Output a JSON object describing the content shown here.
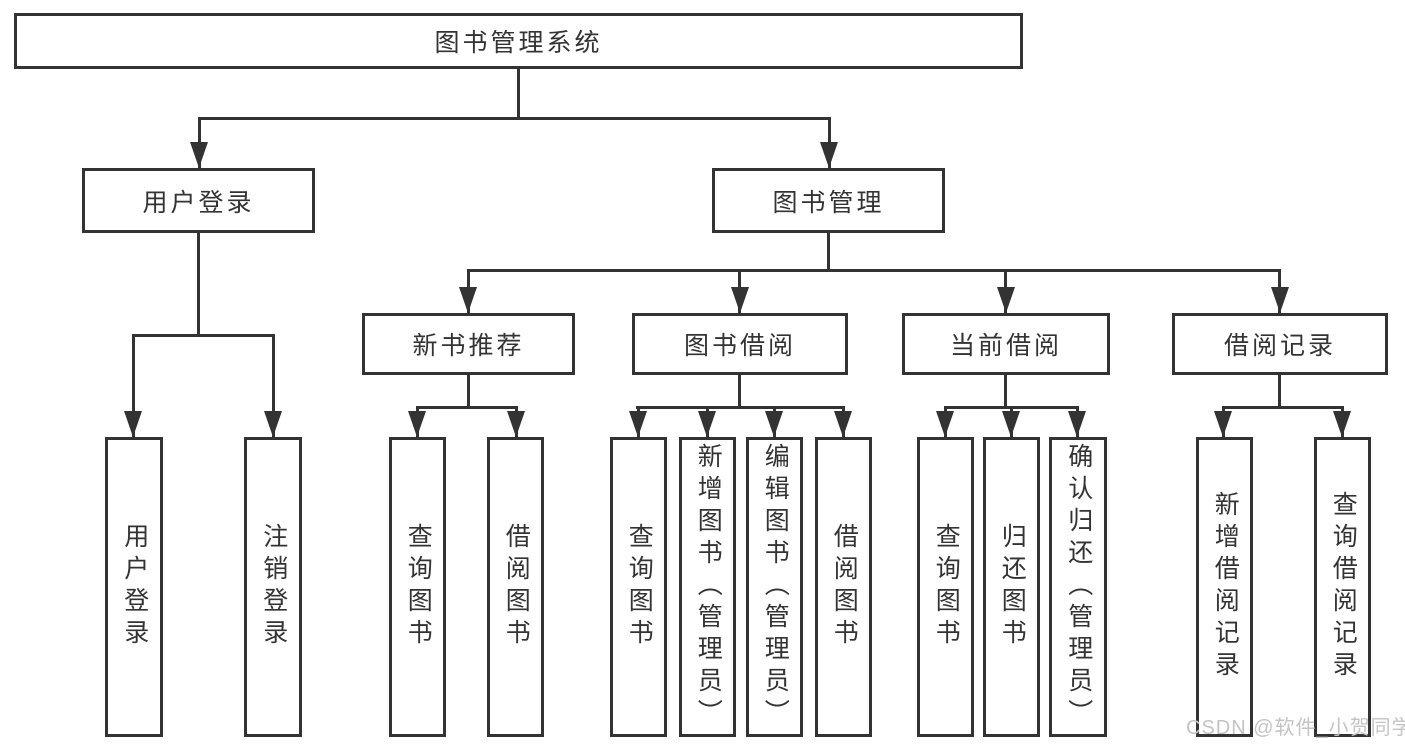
{
  "root": {
    "label": "图书管理系统"
  },
  "branches": [
    {
      "label": "用户登录",
      "children": [
        {
          "label": "用户登录"
        },
        {
          "label": "注销登录"
        }
      ]
    },
    {
      "label": "图书管理",
      "children": [
        {
          "label": "新书推荐",
          "children": [
            {
              "label": "查询图书"
            },
            {
              "label": "借阅图书"
            }
          ]
        },
        {
          "label": "图书借阅",
          "children": [
            {
              "label": "查询图书"
            },
            {
              "label": "新增图书（管理员）"
            },
            {
              "label": "编辑图书（管理员）"
            },
            {
              "label": "借阅图书"
            }
          ]
        },
        {
          "label": "当前借阅",
          "children": [
            {
              "label": "查询图书"
            },
            {
              "label": "归还图书"
            },
            {
              "label": "确认归还（管理员）"
            }
          ]
        },
        {
          "label": "借阅记录",
          "children": [
            {
              "label": "新增借阅记录"
            },
            {
              "label": "查询借阅记录"
            }
          ]
        }
      ]
    }
  ],
  "watermark": "CSDN @软件_小贺同学",
  "colors": {
    "line": "#333333",
    "text": "#333333",
    "watermark": "#c4c4c4",
    "background": "#ffffff"
  }
}
